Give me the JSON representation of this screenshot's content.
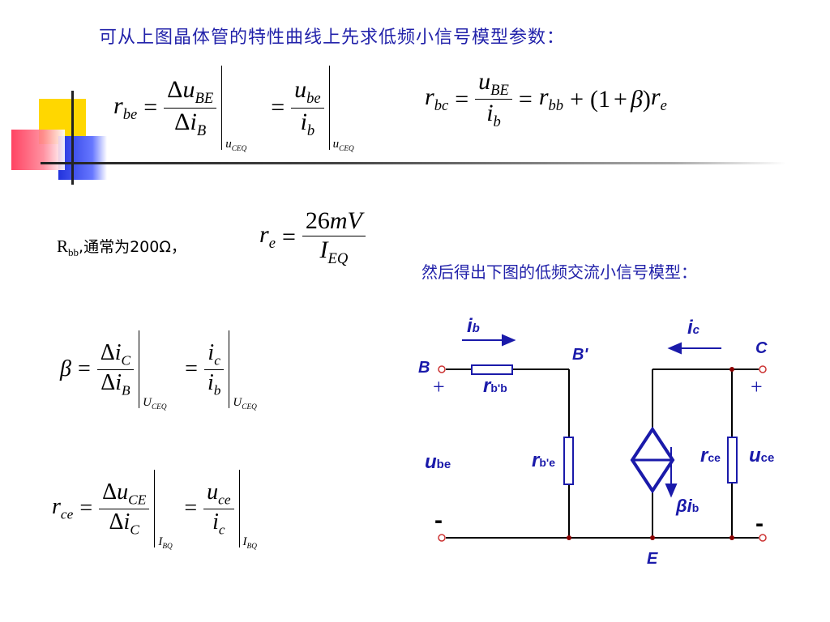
{
  "slide": {
    "title": "可从上图晶体管的特性曲线上先求低频小信号模型参数：",
    "caption": "然后得出下图的低频交流小信号模型：",
    "rbb_text_prefix": "R",
    "rbb_text_sub": "bb",
    "rbb_text_suffix": ",通常为200Ω，"
  },
  "colors": {
    "title": "#2222aa",
    "circuit_wire": "#000000",
    "circuit_label": "#1a1aaa",
    "node_dot": "#8b0000",
    "terminal": "#cc3333",
    "deco_yellow": "#ffd700",
    "deco_blue": "#2233dd",
    "deco_red": "#ff3355"
  },
  "circuit": {
    "label_ib": "i",
    "label_ib_sub": "b",
    "label_ic": "i",
    "label_ic_sub": "c",
    "label_B": "B",
    "label_Bprime": "B'",
    "label_C": "C",
    "label_E": "E",
    "plus_left": "+",
    "plus_right": "+",
    "minus_left": "-",
    "minus_right": "-",
    "label_rbb": "r",
    "label_rbb_sub": "b'b",
    "label_rbe": "r",
    "label_rbe_sub": "b'e",
    "label_rce": "r",
    "label_rce_sub": "ce",
    "label_ube": "u",
    "label_ube_sub": "be",
    "label_uce": "u",
    "label_uce_sub": "ce",
    "label_source": "βi",
    "label_source_sub": "b"
  }
}
